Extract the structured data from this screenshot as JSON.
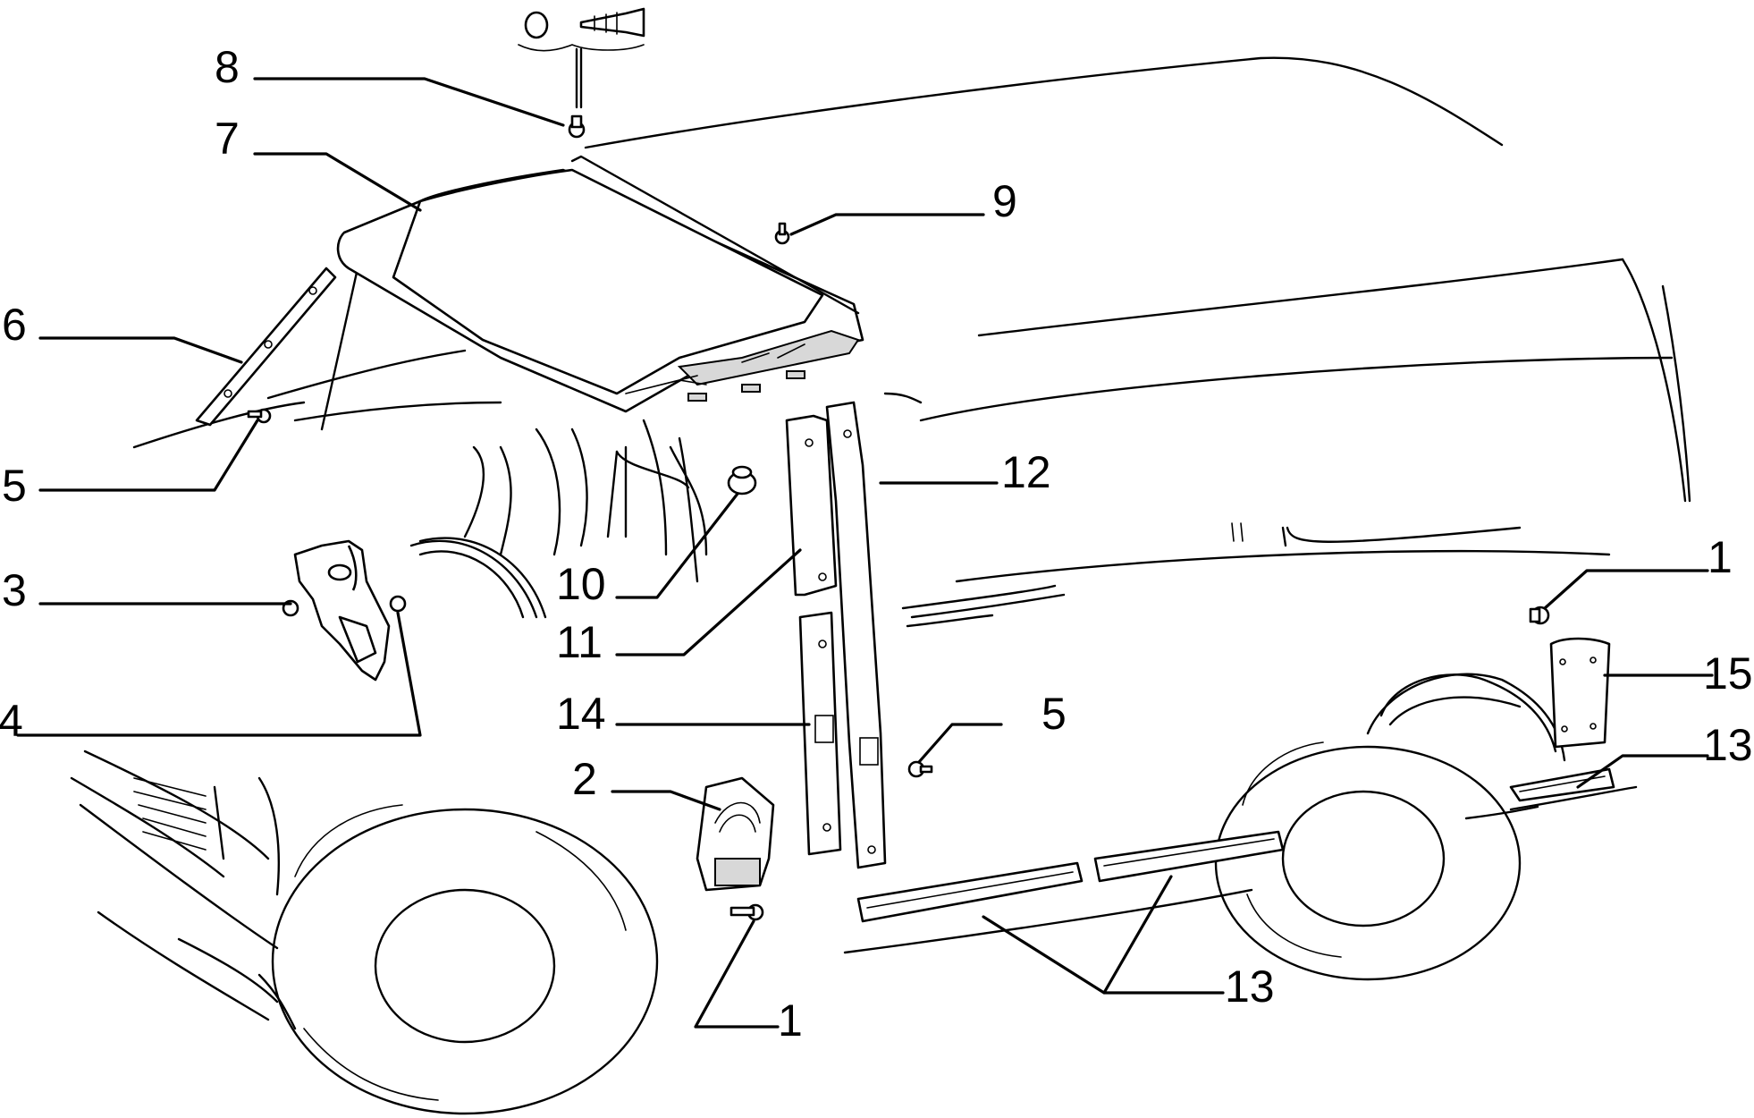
{
  "callouts": {
    "c1a": "1",
    "c1b": "1",
    "c2": "2",
    "c3": "3",
    "c4": "4",
    "c5a": "5",
    "c5b": "5",
    "c6": "6",
    "c7": "7",
    "c8": "8",
    "c9": "9",
    "c10": "10",
    "c11": "11",
    "c12": "12",
    "c13a": "13",
    "c13b": "13",
    "c14": "14",
    "c15": "15"
  }
}
